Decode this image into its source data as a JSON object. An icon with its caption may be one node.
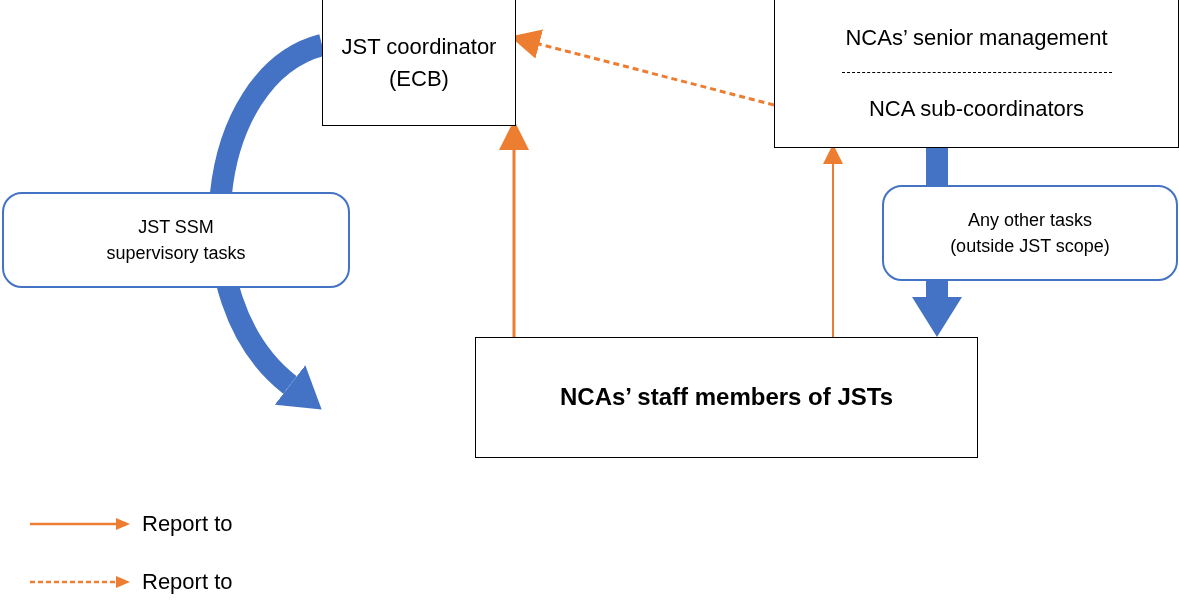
{
  "diagram": {
    "nodes": [
      {
        "text": [
          "JST coordinator (ECB)"
        ]
      },
      {
        "text": [
          "NCAs’ senior management",
          "NCA sub-coordinators"
        ]
      },
      {
        "text": [
          "NCAs’ staff members of JSTs"
        ]
      }
    ],
    "edges": [
      {
        "from": 2,
        "to": 0,
        "arrow": "to"
      },
      {
        "from": 2,
        "to": 1,
        "arrow": "to"
      },
      {
        "from": 1,
        "to": 0,
        "arrow": "to",
        "style": "dashed"
      },
      {
        "from": 0,
        "to": null,
        "arrow": "to",
        "style": "thick",
        "color": "#4472c4",
        "label": "JST SSM supervisory tasks"
      },
      {
        "from": 1,
        "to": 2,
        "arrow": "to",
        "style": "thick",
        "color": "#4472c4",
        "label": "Any other tasks (outside JST scope)"
      }
    ],
    "legend": [
      {
        "text": "Report to"
      },
      {
        "text": "Report to"
      }
    ]
  }
}
